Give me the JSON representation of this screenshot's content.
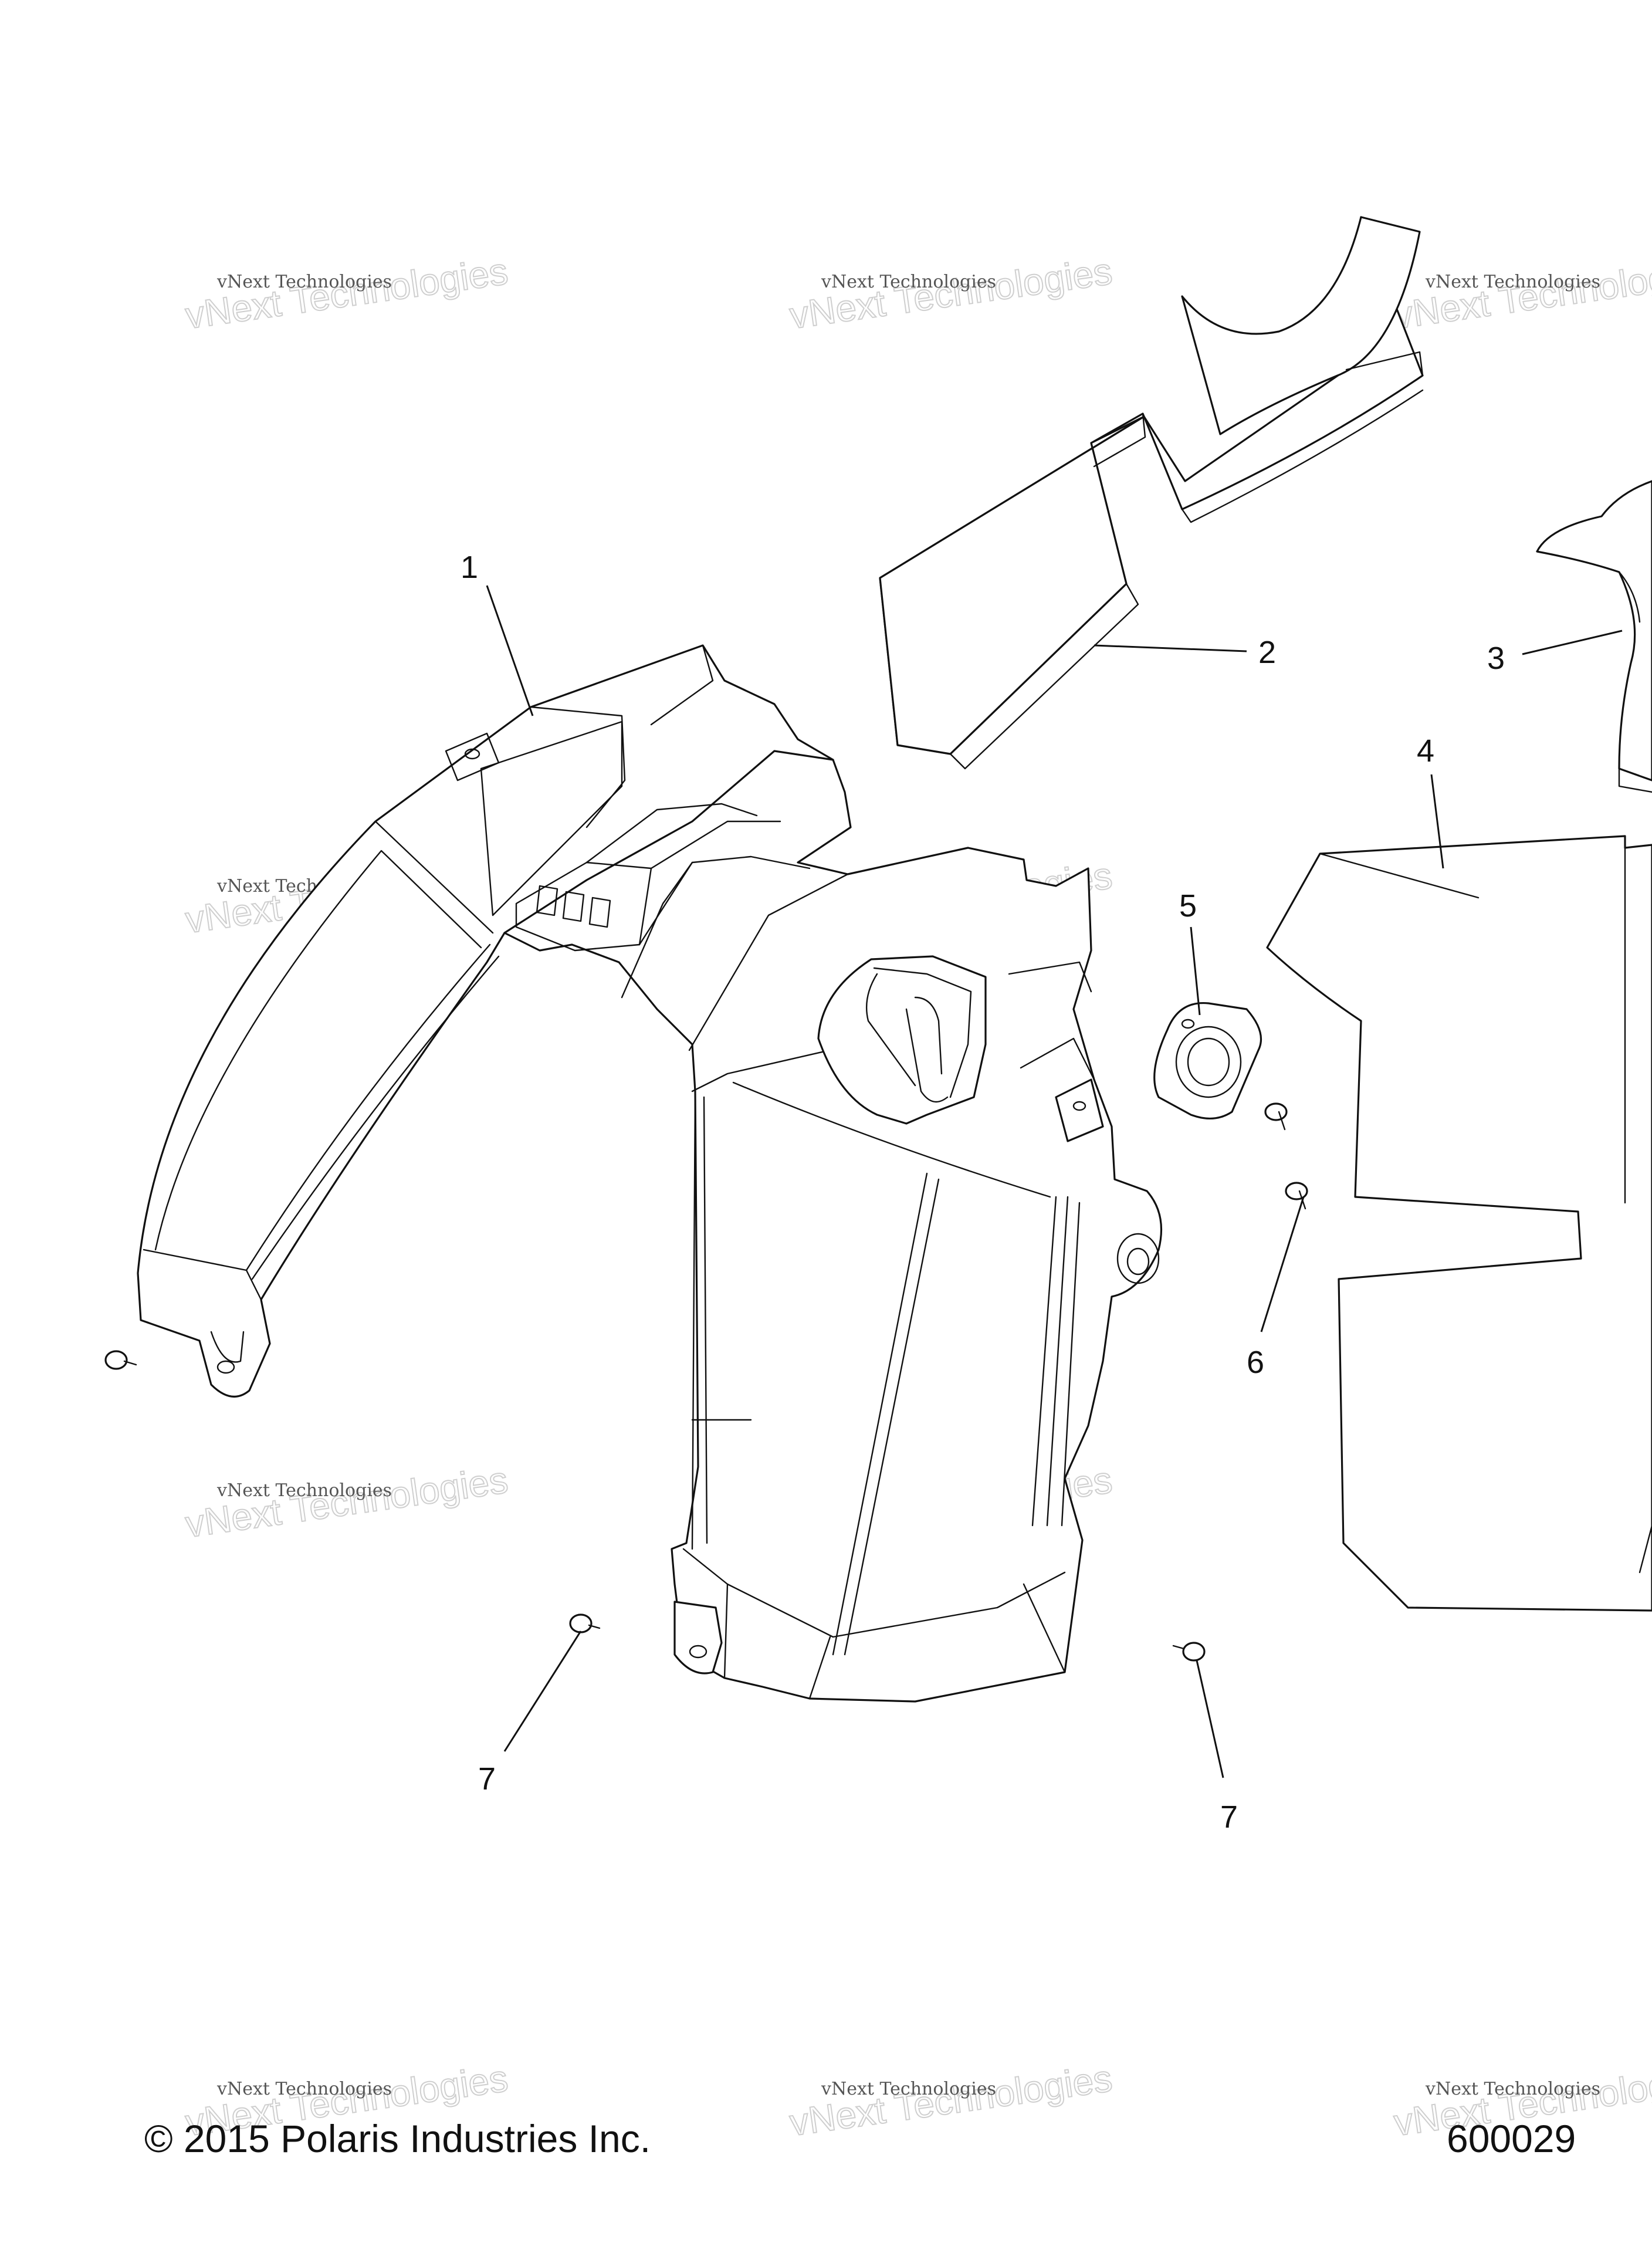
{
  "callouts": [
    {
      "label": "1"
    },
    {
      "label": "2"
    },
    {
      "label": "3"
    },
    {
      "label": "4"
    },
    {
      "label": "5"
    },
    {
      "label": "6"
    },
    {
      "label": "7"
    },
    {
      "label": "7"
    }
  ],
  "watermark": {
    "line1": "vNext Technologies",
    "line2": "vNext Technologies"
  },
  "footer": {
    "copyright": "© 2015 Polaris Industries Inc.",
    "figure_number": "600029"
  }
}
